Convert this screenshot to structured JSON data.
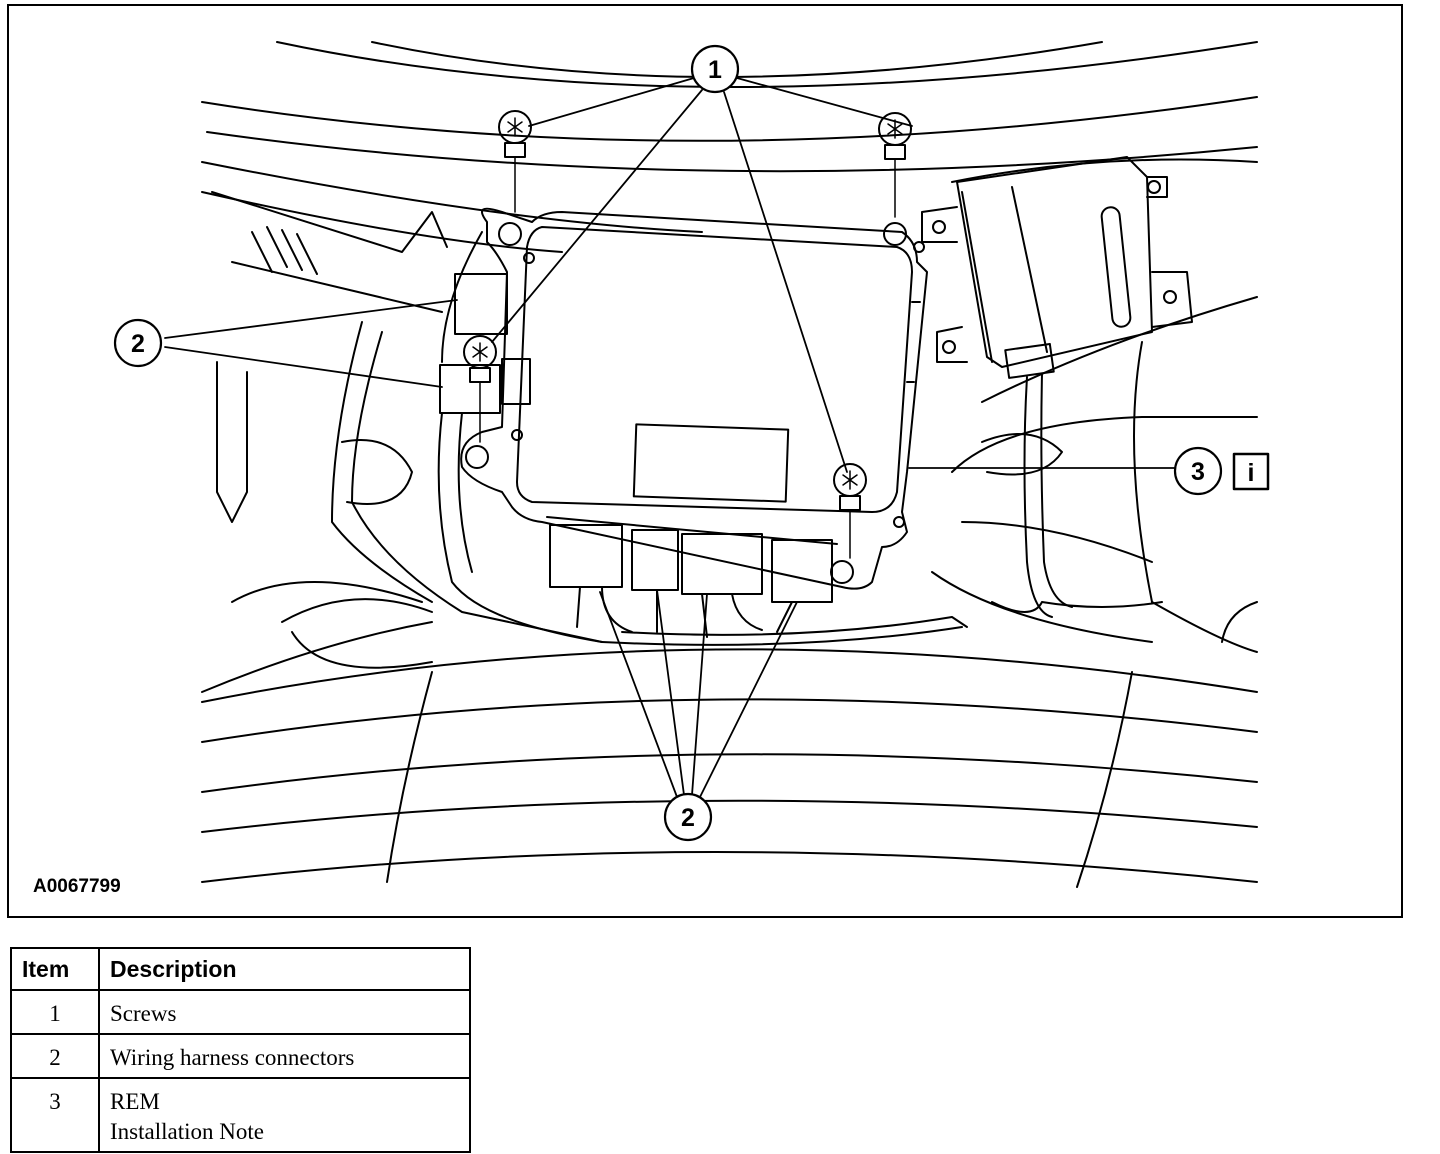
{
  "figure": {
    "id_label": "A0067799",
    "info_icon": "info-i-icon",
    "callouts": {
      "screws": "1",
      "connectors": "2",
      "module": "3"
    },
    "info_glyph": "i"
  },
  "legend": {
    "headers": {
      "item": "Item",
      "description": "Description"
    },
    "rows": [
      {
        "item": "1",
        "description": "Screws",
        "note": ""
      },
      {
        "item": "2",
        "description": "Wiring harness connectors",
        "note": ""
      },
      {
        "item": "3",
        "description": "REM",
        "note": "Installation Note"
      }
    ]
  }
}
